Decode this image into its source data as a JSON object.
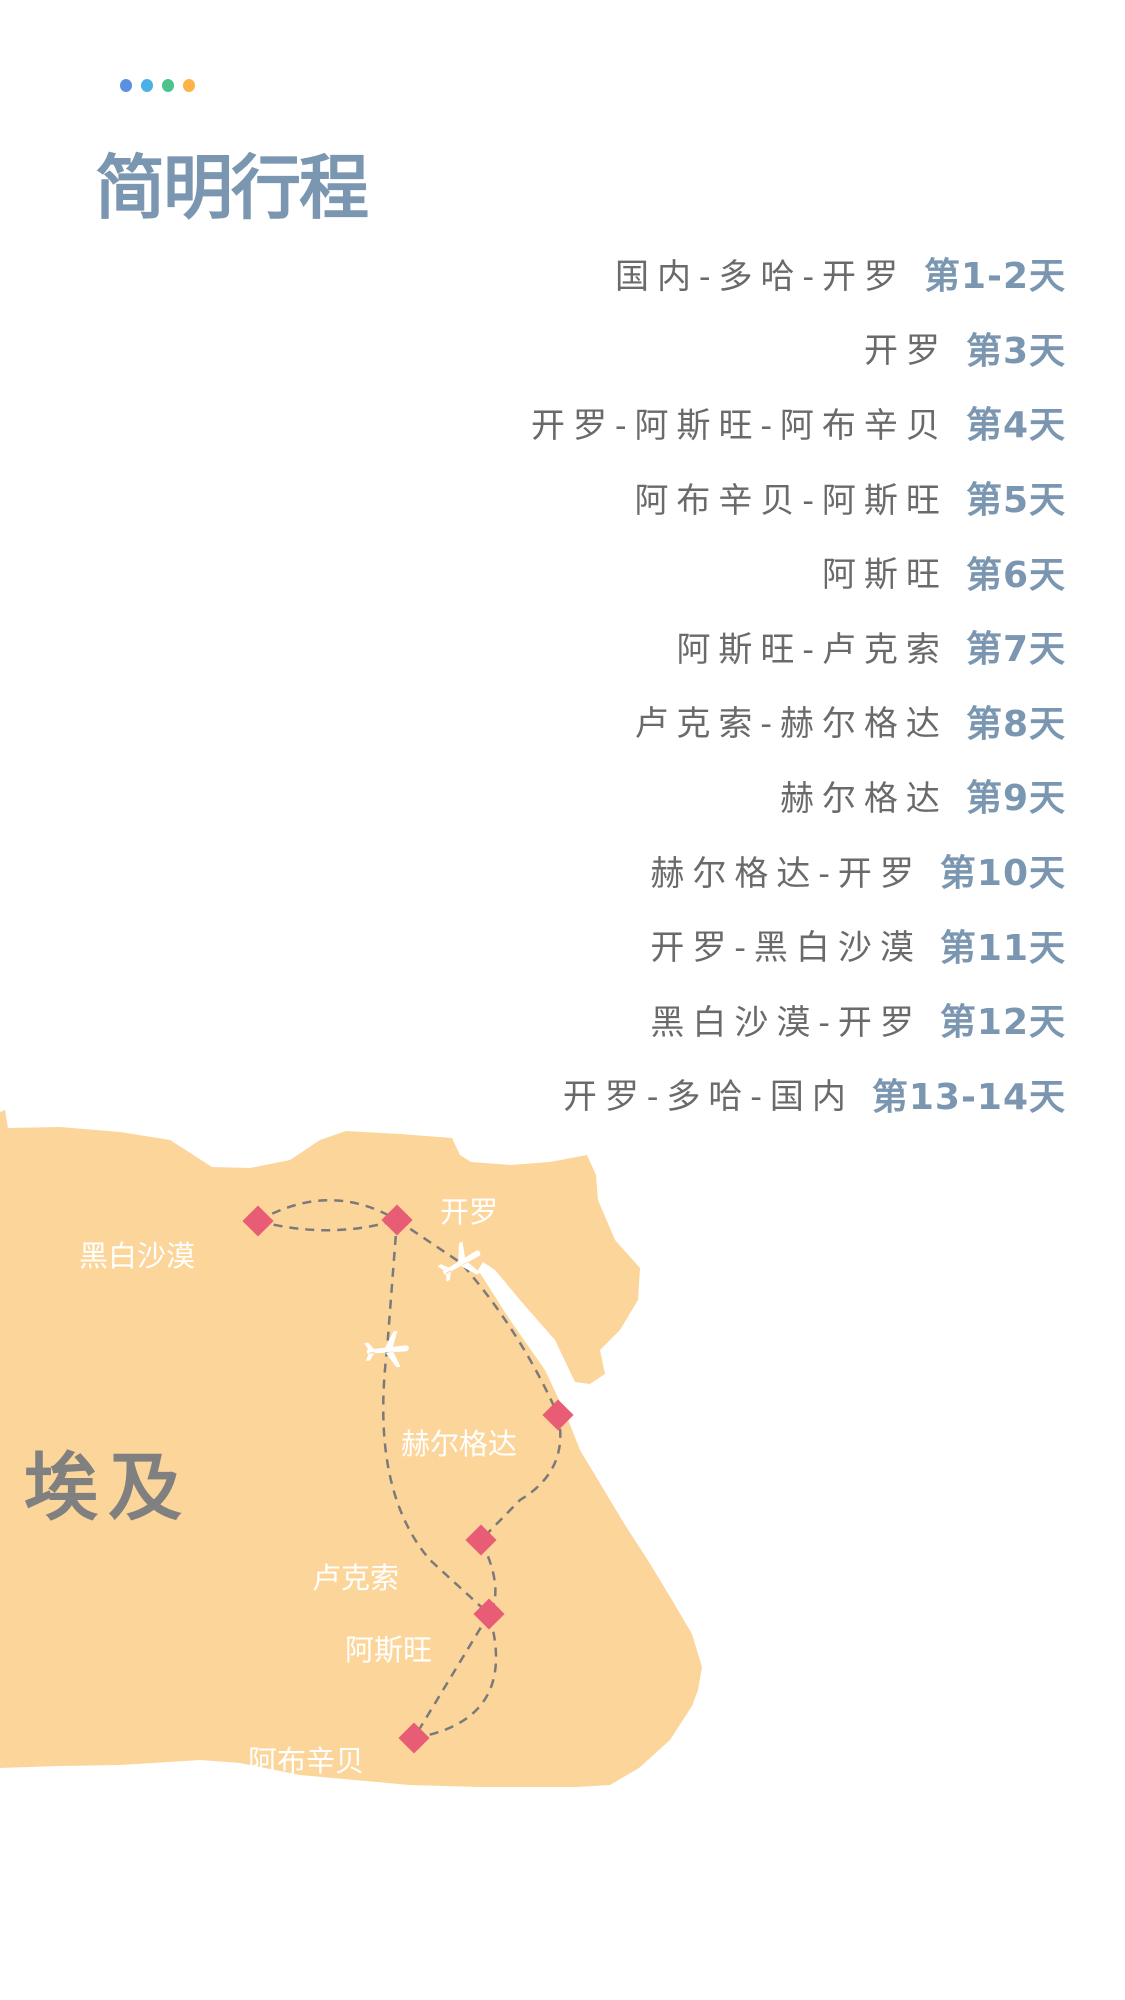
{
  "header": {
    "dot_colors": [
      "#5b8fe0",
      "#4ab0e6",
      "#4cc38a",
      "#ffb347"
    ],
    "title": "简明行程"
  },
  "itinerary": [
    {
      "route": "国内-多哈-开罗",
      "day": "第1-2天"
    },
    {
      "route": "开罗",
      "day": "第3天"
    },
    {
      "route": "开罗-阿斯旺-阿布辛贝",
      "day": "第4天"
    },
    {
      "route": "阿布辛贝-阿斯旺",
      "day": "第5天"
    },
    {
      "route": "阿斯旺",
      "day": "第6天"
    },
    {
      "route": "阿斯旺-卢克索",
      "day": "第7天"
    },
    {
      "route": "卢克索-赫尔格达",
      "day": "第8天"
    },
    {
      "route": "赫尔格达",
      "day": "第9天"
    },
    {
      "route": "赫尔格达-开罗",
      "day": "第10天"
    },
    {
      "route": "开罗-黑白沙漠",
      "day": "第11天"
    },
    {
      "route": "黑白沙漠-开罗",
      "day": "第12天"
    },
    {
      "route": "开罗-多哈-国内",
      "day": "第13-14天"
    }
  ],
  "map": {
    "country": "埃及",
    "land_color": "#fcd59a",
    "marker_color": "#e85d75",
    "labels": {
      "cairo": "开罗",
      "desert": "黑白沙漠",
      "hurghada": "赫尔格达",
      "luxor": "卢克索",
      "aswan": "阿斯旺",
      "abu_simbel": "阿布辛贝"
    }
  }
}
